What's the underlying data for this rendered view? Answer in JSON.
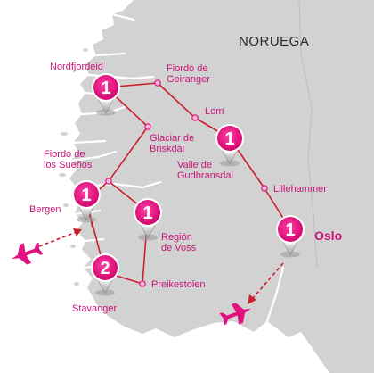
{
  "map": {
    "country": "NORUEGA",
    "colors": {
      "land": "#d2d2d2",
      "sea": "#ffffff",
      "route": "#cc1f2d",
      "accent": "#e1127f",
      "label": "#c8157a"
    },
    "places": [
      {
        "id": "nordfjordeid",
        "label_lines": [
          "Nordfjordeid"
        ]
      },
      {
        "id": "geiranger",
        "label_lines": [
          "Fiordo de",
          "Geiranger"
        ]
      },
      {
        "id": "lom",
        "label_lines": [
          "Lom"
        ]
      },
      {
        "id": "briksdal",
        "label_lines": [
          "Glaciar de",
          "Briskdal"
        ]
      },
      {
        "id": "suenos",
        "label_lines": [
          "Fiordo de",
          "los Sueños"
        ]
      },
      {
        "id": "gudbrandsdal",
        "label_lines": [
          "Valle de",
          "Gudbransdal"
        ]
      },
      {
        "id": "lillehammer",
        "label_lines": [
          "Lillehammer"
        ]
      },
      {
        "id": "bergen",
        "label_lines": [
          "Bergen"
        ]
      },
      {
        "id": "voss",
        "label_lines": [
          "Región",
          "de Voss"
        ]
      },
      {
        "id": "oslo",
        "label_lines": [
          "Oslo"
        ]
      },
      {
        "id": "preikestolen",
        "label_lines": [
          "Preikestolen"
        ]
      },
      {
        "id": "stavanger",
        "label_lines": [
          "Stavanger"
        ]
      }
    ],
    "pins": [
      {
        "id": "nordfjordeid",
        "nights": "1"
      },
      {
        "id": "gudbrandsdal",
        "nights": "1"
      },
      {
        "id": "bergen",
        "nights": "1"
      },
      {
        "id": "voss",
        "nights": "1"
      },
      {
        "id": "stavanger",
        "nights": "2"
      },
      {
        "id": "oslo",
        "nights": "1"
      }
    ],
    "icons": [
      "plane-icon-arrival",
      "plane-icon-departure"
    ]
  }
}
